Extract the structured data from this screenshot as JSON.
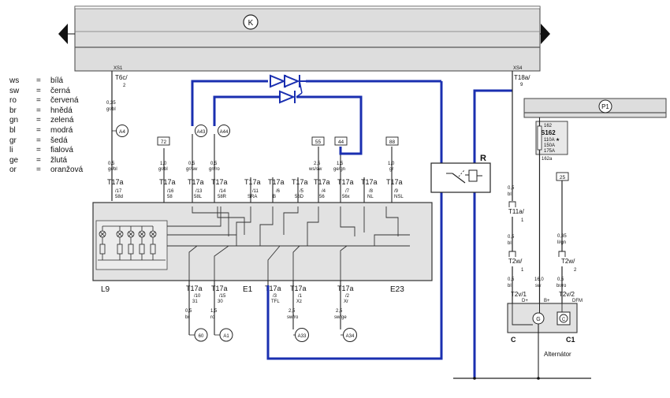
{
  "legend": [
    {
      "code": "ws",
      "eq": "=",
      "color": "bílá"
    },
    {
      "code": "sw",
      "eq": "=",
      "color": "černá"
    },
    {
      "code": "ro",
      "eq": "=",
      "color": "červená"
    },
    {
      "code": "br",
      "eq": "=",
      "color": "hnědá"
    },
    {
      "code": "gn",
      "eq": "=",
      "color": "zelená"
    },
    {
      "code": "bl",
      "eq": "=",
      "color": "modrá"
    },
    {
      "code": "gr",
      "eq": "=",
      "color": "šedá"
    },
    {
      "code": "li",
      "eq": "=",
      "color": "fialová"
    },
    {
      "code": "ge",
      "eq": "=",
      "color": "žlutá"
    },
    {
      "code": "or",
      "eq": "=",
      "color": "oranžová"
    }
  ],
  "bus_k": {
    "label": "K"
  },
  "bus_p1": {
    "label": "P1"
  },
  "connectors": {
    "xs1": "XS1",
    "t6c": "T6c/",
    "t6c_pin": "2",
    "xs4": "XS4",
    "t18a": "T18a/",
    "t18a_pin": "9",
    "t17a": "T17a"
  },
  "top_wires": [
    {
      "gauge": "0,35",
      "color": "gr/bl"
    }
  ],
  "circle_refs_top": [
    "A4",
    "A43",
    "A44"
  ],
  "box_refs": [
    "72",
    "55",
    "44",
    "88",
    "25"
  ],
  "pin_wires_top": [
    {
      "gauge": "0,5",
      "color": "gr/bl",
      "pin": "/17",
      "term": "58d"
    },
    {
      "gauge": "1,0",
      "color": "gr/bl",
      "pin": "/16",
      "term": "58"
    },
    {
      "gauge": "0,5",
      "color": "gr/sw",
      "pin": "/13",
      "term": "58L"
    },
    {
      "gauge": "0,5",
      "color": "gn/ro",
      "pin": "/14",
      "term": "58R"
    },
    {
      "gauge": "",
      "color": "",
      "pin": "/11",
      "term": "SRA"
    },
    {
      "gauge": "",
      "color": "",
      "pin": "/6",
      "term": "B"
    },
    {
      "gauge": "",
      "color": "",
      "pin": "/5",
      "term": "56D"
    },
    {
      "gauge": "2,5",
      "color": "ws/sw",
      "pin": "/4",
      "term": "56"
    },
    {
      "gauge": "1,5",
      "color": "ge/gn",
      "pin": "/7",
      "term": "56x"
    },
    {
      "gauge": "",
      "color": "",
      "pin": "/8",
      "term": "NL"
    },
    {
      "gauge": "1,0",
      "color": "gr",
      "pin": "/9",
      "term": "NSL"
    }
  ],
  "pin_wires_bottom": [
    {
      "pin": "/10",
      "term": "31",
      "gauge": "0,5",
      "color": "br",
      "ref": "60"
    },
    {
      "pin": "/15",
      "term": "30",
      "gauge": "1,5",
      "color": "ro",
      "ref": "A1"
    },
    {
      "pin": "/3",
      "term": "TFL",
      "gauge": "",
      "color": "",
      "ref": ""
    },
    {
      "pin": "/1",
      "term": "Xz",
      "gauge": "2,5",
      "color": "sw/ro",
      "ref": "A33"
    },
    {
      "pin": "/2",
      "term": "Xr",
      "gauge": "2,5",
      "color": "sw/ge",
      "ref": "A34"
    }
  ],
  "modules": {
    "l9": "L9",
    "e1": "E1",
    "e23": "E23",
    "relay": "R"
  },
  "fuse": {
    "top": "162",
    "name": "S162",
    "ratings": [
      "110A ★",
      "150A",
      "175A"
    ],
    "bottom": "162a"
  },
  "right_wires": [
    {
      "gauge": "0,5",
      "color": "bl"
    },
    {
      "conn": "T11a/",
      "pin": "1"
    },
    {
      "gauge": "0,5",
      "color": "bl"
    },
    {
      "conn": "T2w/",
      "pin": "1"
    },
    {
      "gauge": "0,5",
      "color": "bl"
    }
  ],
  "b_plus_wire": {
    "gauge": "16,0",
    "color": "sw"
  },
  "dfm_wire": {
    "gauge": "0,35",
    "color": "li/gn"
  },
  "dfm_wire2": {
    "gauge": "0,5",
    "color": "br/ro"
  },
  "t2w2": {
    "conn": "T2w/",
    "pin": "2"
  },
  "alternator": {
    "t2v1": "T2v/1",
    "t2v1_term": "D+",
    "b_plus": "B+",
    "t2v2": "T2v/2",
    "t2v2_term": "DFM",
    "c": "C",
    "c1": "C1",
    "name": "Alternátor"
  },
  "colors": {
    "wire_blue": "#1a2fb0",
    "bus_fill": "#dcdcdc",
    "module_fill": "#e0e0e0",
    "line": "#222222"
  }
}
